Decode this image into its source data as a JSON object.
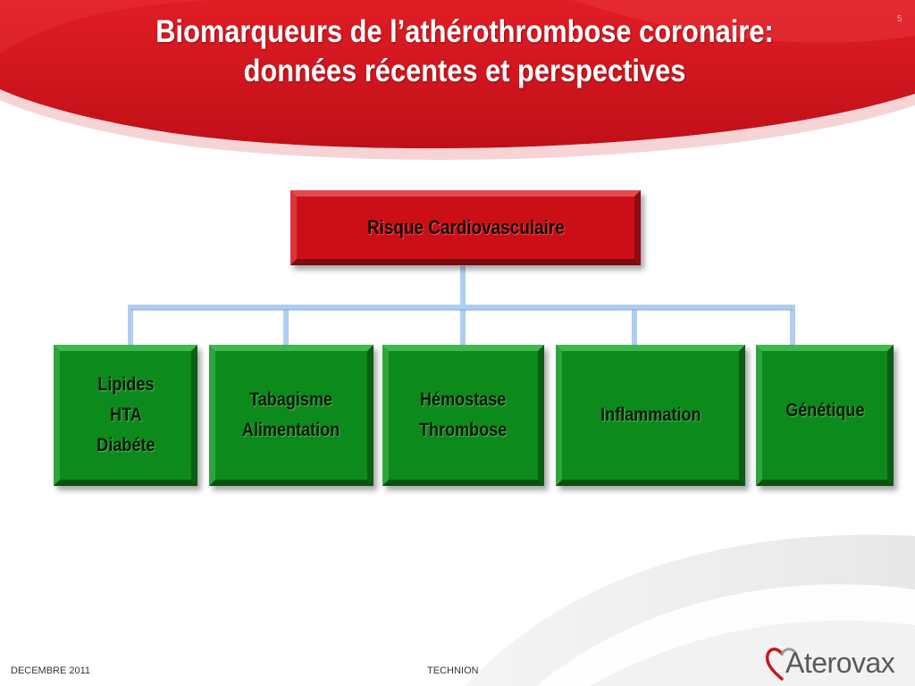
{
  "title": {
    "line1": "Biomarqueurs de l’athérothrombose coronaire:",
    "line2": "données récentes et perspectives"
  },
  "slide_number": "5",
  "root": {
    "label": "Risque Cardiovasculaire"
  },
  "children": [
    {
      "lines": [
        "Lipides",
        "HTA",
        "Diabéte"
      ]
    },
    {
      "lines": [
        "Tabagisme",
        "Alimentation"
      ]
    },
    {
      "lines": [
        "Hémostase",
        "Thrombose"
      ]
    },
    {
      "lines": [
        "Inflammation"
      ]
    },
    {
      "lines": [
        "Génétique"
      ]
    }
  ],
  "footer": {
    "date": "DECEMBRE 2011",
    "center": "TECHNION",
    "logo": "Aterovax"
  },
  "colors": {
    "banner_red": "#d4141c",
    "root_box": "#cc0f16",
    "child_box": "#0d8a1c",
    "connector": "#aecdf0"
  }
}
